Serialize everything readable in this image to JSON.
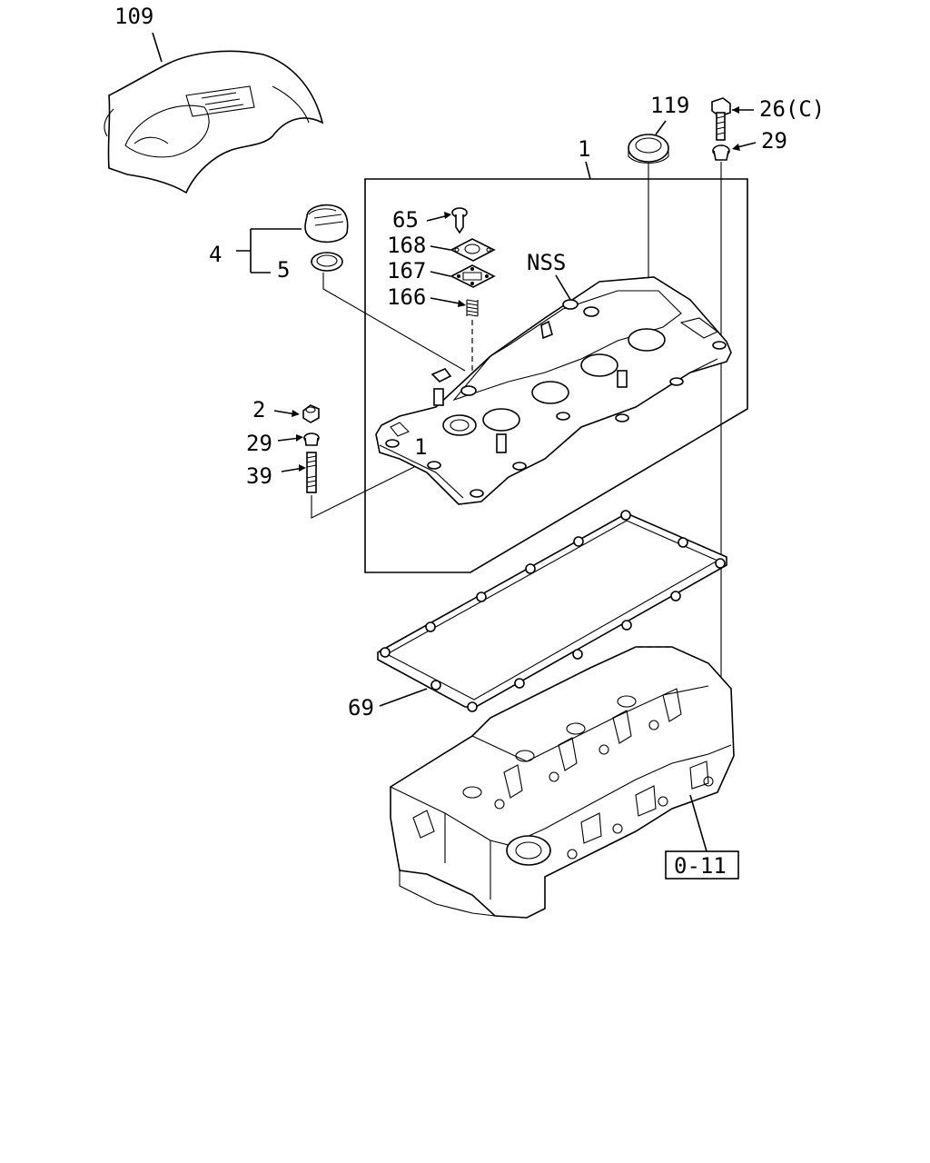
{
  "callouts": [
    {
      "id": "p109",
      "text": "109"
    },
    {
      "id": "p119",
      "text": "119"
    },
    {
      "id": "p26c",
      "text": "26(C)"
    },
    {
      "id": "p29a",
      "text": "29"
    },
    {
      "id": "p1a",
      "text": "1"
    },
    {
      "id": "p65",
      "text": "65"
    },
    {
      "id": "p168",
      "text": "168"
    },
    {
      "id": "p167",
      "text": "167"
    },
    {
      "id": "p166",
      "text": "166"
    },
    {
      "id": "pNSS",
      "text": "NSS"
    },
    {
      "id": "p4",
      "text": "4"
    },
    {
      "id": "p5",
      "text": "5"
    },
    {
      "id": "p2",
      "text": "2"
    },
    {
      "id": "p29b",
      "text": "29"
    },
    {
      "id": "p39",
      "text": "39"
    },
    {
      "id": "p1b",
      "text": "1"
    },
    {
      "id": "p69",
      "text": "69"
    }
  ],
  "reference_box": {
    "text": "0-11"
  }
}
